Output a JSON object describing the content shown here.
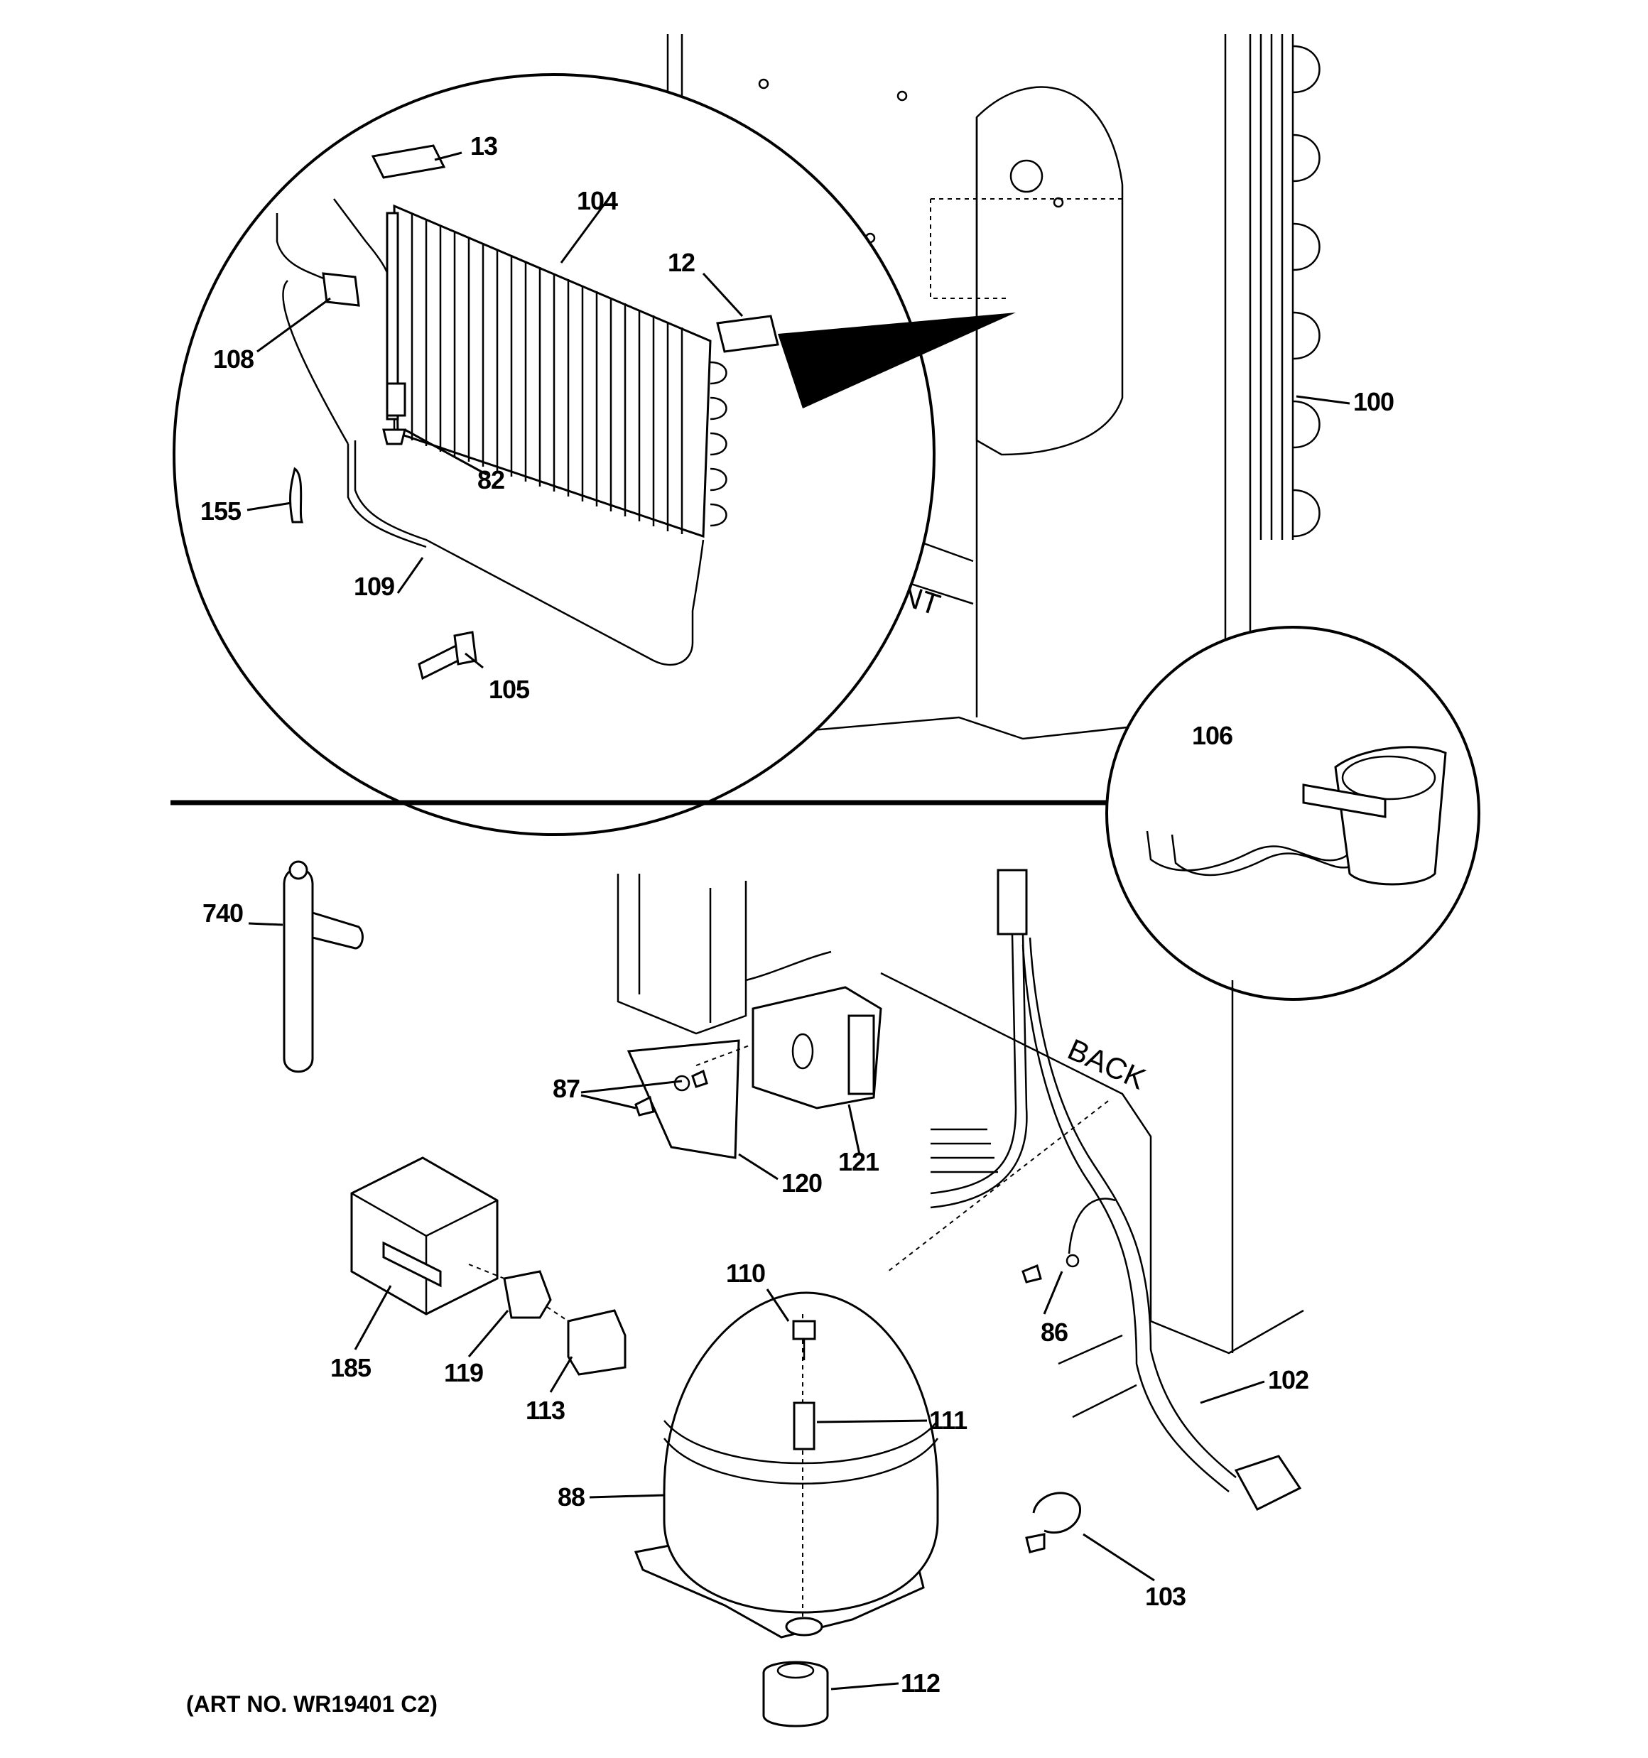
{
  "diagram": {
    "orientation_labels": {
      "front": "FRONT",
      "back": "BACK"
    },
    "art_number": "(ART NO. WR19401 C2)",
    "part_labels": {
      "p13": "13",
      "p104": "104",
      "p12": "12",
      "p108": "108",
      "p82": "82",
      "p155": "155",
      "p109": "109",
      "p105": "105",
      "p100": "100",
      "p106": "106",
      "p740": "740",
      "p87": "87",
      "p120": "120",
      "p121": "121",
      "p185": "185",
      "p119": "119",
      "p113": "113",
      "p110": "110",
      "p111": "111",
      "p88": "88",
      "p112": "112",
      "p86": "86",
      "p102": "102",
      "p103": "103"
    }
  }
}
